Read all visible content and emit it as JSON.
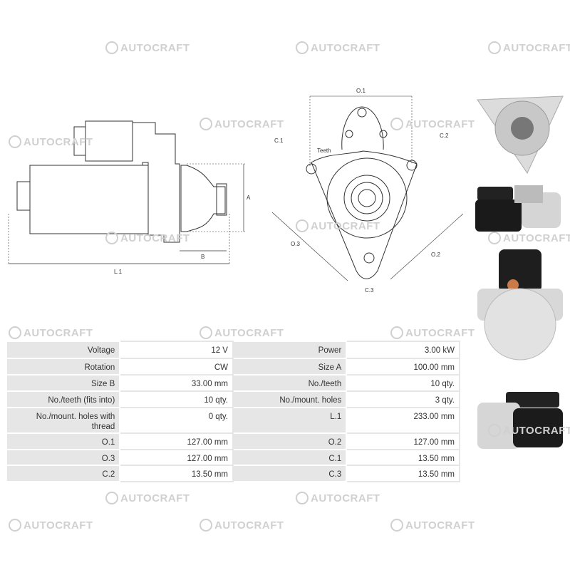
{
  "watermark": "AUTOCRAFT",
  "drawing_labels": {
    "a": "A",
    "b": "B",
    "l1": "L.1",
    "o1": "O.1",
    "o2": "O.2",
    "o3": "O.3",
    "c1": "C.1",
    "c2": "C.2",
    "c3": "C.3",
    "teeth": "Teeth"
  },
  "specs": [
    [
      {
        "label": "Voltage",
        "value": "12 V"
      },
      {
        "label": "Power",
        "value": "3.00 kW"
      }
    ],
    [
      {
        "label": "Rotation",
        "value": "CW"
      },
      {
        "label": "Size A",
        "value": "100.00 mm"
      }
    ],
    [
      {
        "label": "Size B",
        "value": "33.00 mm"
      },
      {
        "label": "No./teeth",
        "value": "10 qty."
      }
    ],
    [
      {
        "label": "No./teeth (fits into)",
        "value": "10 qty."
      },
      {
        "label": "No./mount. holes",
        "value": "3 qty."
      }
    ],
    [
      {
        "label": "No./mount. holes with thread",
        "value": "0 qty."
      },
      {
        "label": "L.1",
        "value": "233.00 mm"
      }
    ],
    [
      {
        "label": "O.1",
        "value": "127.00 mm"
      },
      {
        "label": "O.2",
        "value": "127.00 mm"
      }
    ],
    [
      {
        "label": "O.3",
        "value": "127.00 mm"
      },
      {
        "label": "C.1",
        "value": "13.50 mm"
      }
    ],
    [
      {
        "label": "C.2",
        "value": "13.50 mm"
      },
      {
        "label": "C.3",
        "value": "13.50 mm"
      }
    ]
  ]
}
